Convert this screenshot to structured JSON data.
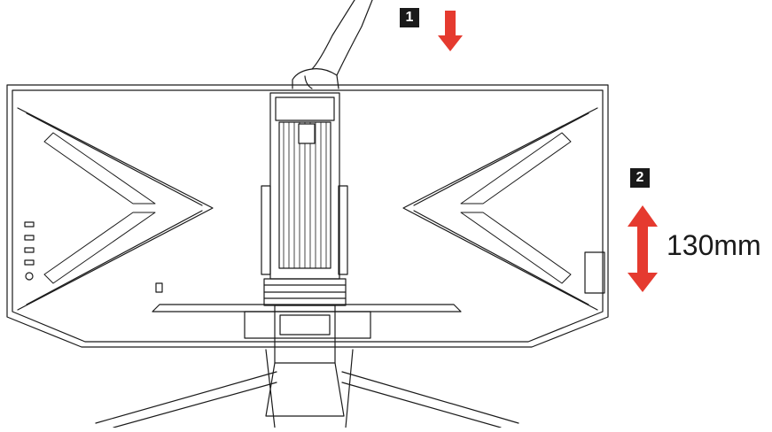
{
  "steps": [
    {
      "number": "1"
    },
    {
      "number": "2"
    }
  ],
  "height_adjustment": "130mm",
  "colors": {
    "arrow": "#e53a2f",
    "line": "#1a1a1a",
    "badge": "#1a1a1a"
  }
}
